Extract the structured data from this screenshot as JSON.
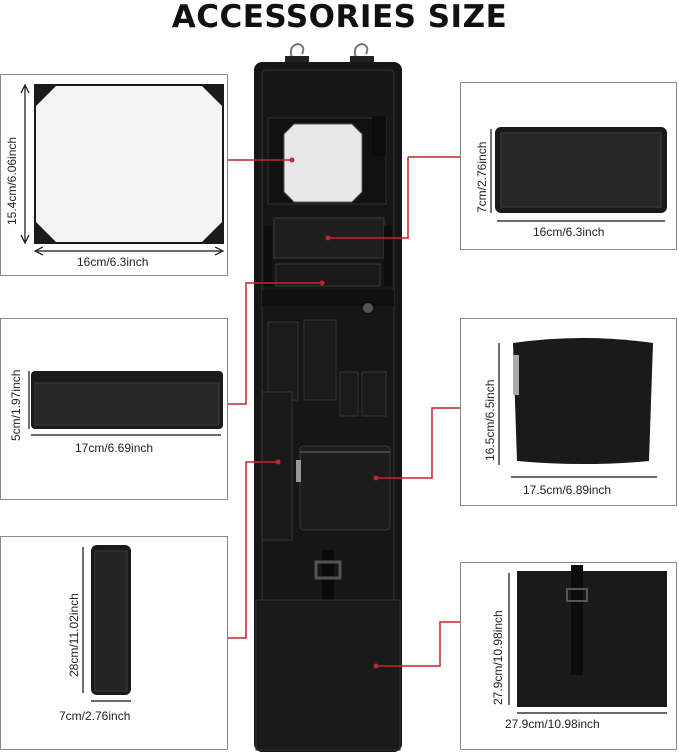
{
  "page": {
    "title": "ACCESSORIES SIZE"
  },
  "accessories": {
    "mirror": {
      "width": "16cm/6.3inch",
      "height": "15.4cm/6.06inch"
    },
    "mesh_bag": {
      "width": "16cm/6.3inch",
      "height": "7cm/2.76inch"
    },
    "flat_pouch": {
      "width": "17cm/6.69inch",
      "height": "5cm/1.97inch"
    },
    "zip_pouch": {
      "width": "17.5cm/6.89inch",
      "height": "16.5cm/6.5inch"
    },
    "tube_pouch": {
      "width": "7cm/2.76inch",
      "height": "28cm/11.02inch"
    },
    "tote_pocket": {
      "width": "27.9cm/10.98inch",
      "height": "27.9cm/10.98inch"
    }
  },
  "colors": {
    "leader_line": "#c0262d",
    "fabric": "#141414",
    "panel_border": "#8a8a8a"
  }
}
